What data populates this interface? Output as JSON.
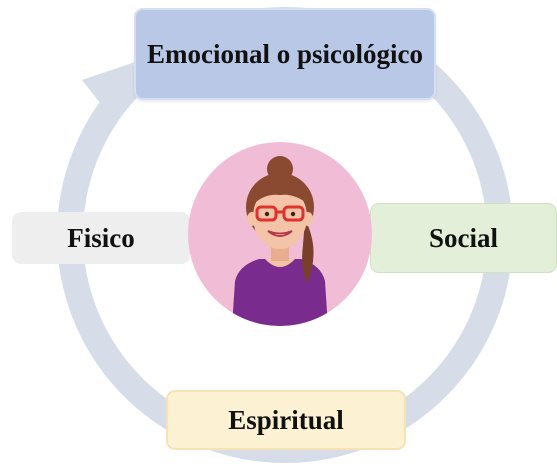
{
  "nodes": {
    "top": "Emocional o psicológico",
    "left": "Fisico",
    "right": "Social",
    "bottom": "Espiritual"
  },
  "colors": {
    "cycle_arrow": "#d7dde8",
    "top_fill": "#b8c8e6",
    "left_fill": "#eeeeee",
    "right_fill": "#e3efd9",
    "bottom_fill": "#fdf1d4",
    "avatar_background": "#f1bcd6",
    "shirt": "#7a2b8e",
    "hair": "#8a4a32",
    "glasses": "#e0322f"
  },
  "icons": {
    "center": "woman-with-glasses-avatar",
    "cycle": "circular-arrow"
  }
}
